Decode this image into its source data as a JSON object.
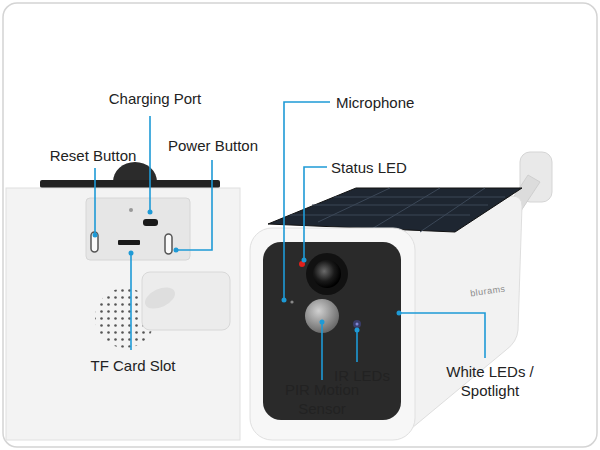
{
  "diagram": {
    "labels": [
      "Charging Port",
      "Reset Button",
      "Power Button",
      "TF Card Slot",
      "Microphone",
      "Status LED",
      "PIR Motion Sensor",
      "IR LEDs",
      "White LEDs / Spotlight",
      "blurams"
    ]
  }
}
